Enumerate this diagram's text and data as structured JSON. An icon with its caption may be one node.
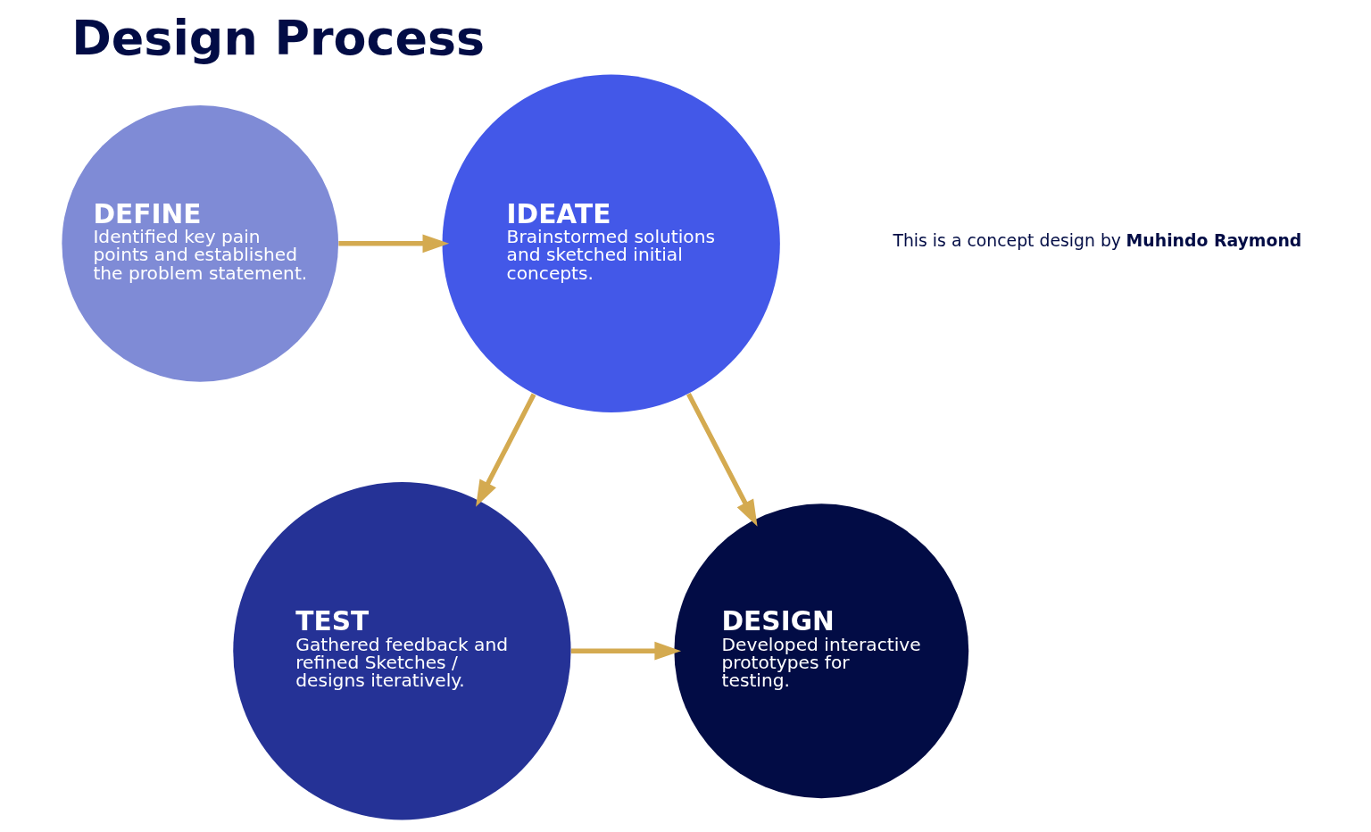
{
  "diagram": {
    "title": "Design Process",
    "nodes": [
      {
        "text": [
          "DEFINE",
          "Identified key pain points and established the problem statement."
        ]
      },
      {
        "text": [
          "IDEATE",
          "Brainstormed solutions and sketched initial concepts."
        ]
      },
      {
        "text": [
          "DESIGN",
          "Developed interactive prototypes for testing."
        ]
      },
      {
        "text": [
          "TEST",
          "Gathered feedback and refined Sketches / designs iteratively."
        ]
      }
    ],
    "edges": [
      {
        "from": 0,
        "to": 1,
        "arrow": "to"
      },
      {
        "from": 1,
        "to": 3,
        "arrow": "to"
      },
      {
        "from": 3,
        "to": 2,
        "arrow": "to"
      },
      {
        "from": 1,
        "to": 2,
        "arrow": "to"
      }
    ],
    "labels": [
      "This is a concept design by **Muhindo Raymond**"
    ]
  }
}
